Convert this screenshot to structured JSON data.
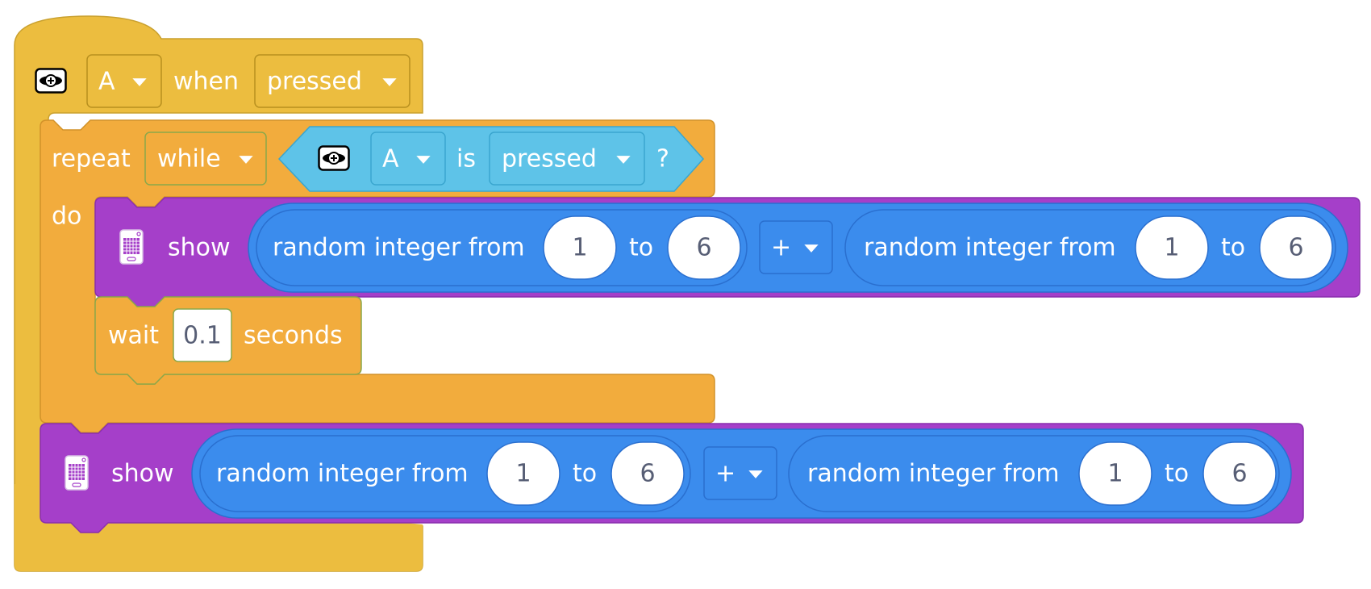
{
  "colors": {
    "event_block": "#ecbd3f",
    "event_border": "#c9a02e",
    "loop_block": "#f2ac3d",
    "loop_border": "#d29229",
    "sensing_block": "#5ec3e8",
    "sensing_border": "#3aa6cf",
    "display_block": "#a53fc9",
    "display_border": "#8a2fae",
    "math_block": "#3b8ced",
    "math_border": "#2a6fcf",
    "dropdown_border": "#b8901f"
  },
  "event_block": {
    "button_icon": "button-icon",
    "button_value": "A",
    "when_label": "when",
    "event_value": "pressed"
  },
  "repeat_block": {
    "repeat_label": "repeat",
    "mode_value": "while",
    "do_label": "do",
    "condition": {
      "button_icon": "button-icon",
      "button_value": "A",
      "is_label": "is",
      "state_value": "pressed",
      "question_mark": "?"
    }
  },
  "show_block_inner": {
    "display_icon": "led-display-icon",
    "show_label": "show",
    "left_random": {
      "label": "random integer from",
      "from": "1",
      "to_label": "to",
      "to": "6"
    },
    "operator": "+",
    "right_random": {
      "label": "random integer from",
      "from": "1",
      "to_label": "to",
      "to": "6"
    }
  },
  "wait_block": {
    "wait_label": "wait",
    "value": "0.1",
    "seconds_label": "seconds"
  },
  "show_block_outer": {
    "display_icon": "led-display-icon",
    "show_label": "show",
    "left_random": {
      "label": "random integer from",
      "from": "1",
      "to_label": "to",
      "to": "6"
    },
    "operator": "+",
    "right_random": {
      "label": "random integer from",
      "from": "1",
      "to_label": "to",
      "to": "6"
    }
  }
}
